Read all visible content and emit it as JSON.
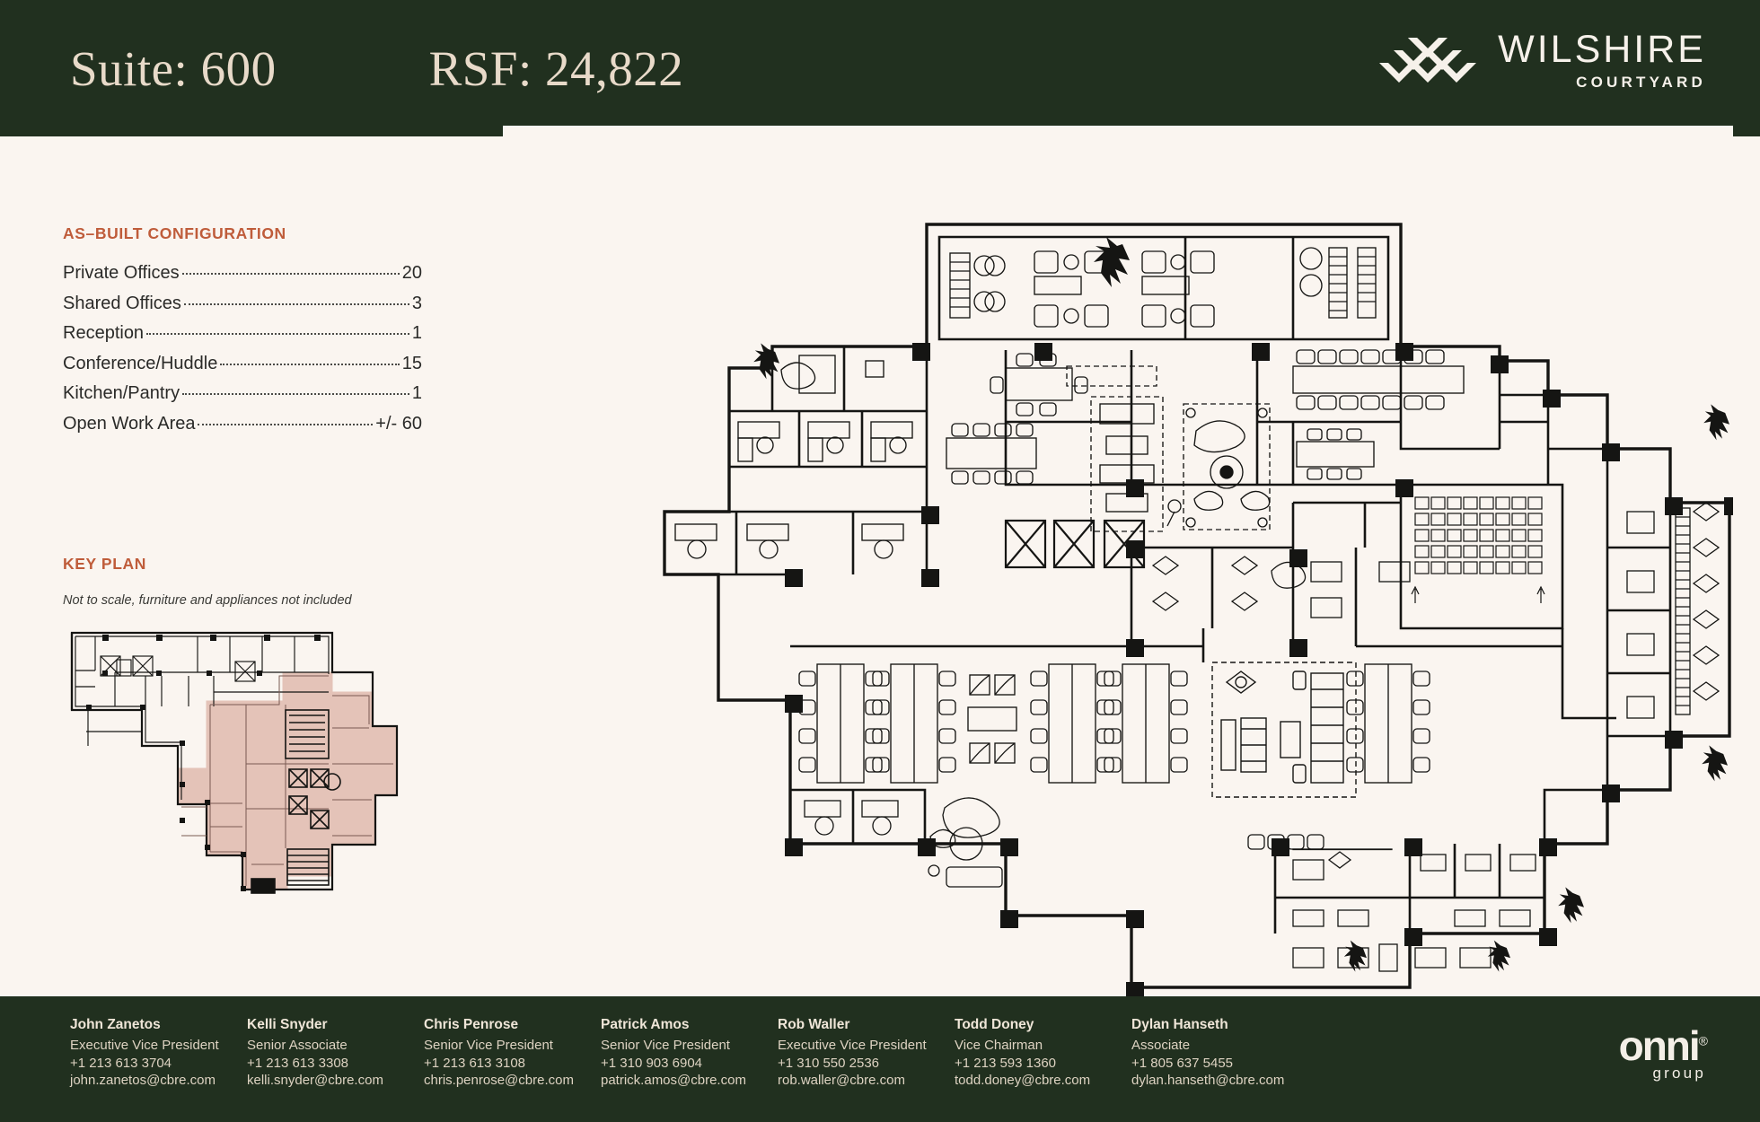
{
  "header": {
    "suite_label": "Suite: 600",
    "rsf_label": "RSF: 24,822",
    "brand_main": "WILSHIRE",
    "brand_sub": "COURTYARD",
    "bg_color": "#21301f",
    "text_color": "#e8dac9"
  },
  "asbuilt": {
    "title": "AS–BUILT CONFIGURATION",
    "accent_color": "#bf5c3a",
    "rows": [
      {
        "label": "Private Offices",
        "value": "20"
      },
      {
        "label": "Shared Offices",
        "value": "3"
      },
      {
        "label": "Reception",
        "value": "1"
      },
      {
        "label": "Conference/Huddle",
        "value": "15"
      },
      {
        "label": "Kitchen/Pantry",
        "value": "1"
      },
      {
        "label": "Open Work Area",
        "value": "+/- 60"
      }
    ]
  },
  "keyplan": {
    "title": "KEY PLAN",
    "caption": "Not to scale, furniture and appliances not included",
    "highlight_color": "#e4c3b8"
  },
  "floorplan": {
    "line_color": "#151513",
    "fill_color": "#faf5f0",
    "description": "As-built architectural floor plan of Suite 600 with private offices, conference rooms, open workstation clusters, lounge seating, kitchen/pantry and reception."
  },
  "footer": {
    "bg_color": "#21301f",
    "contacts": [
      {
        "name": "John Zanetos",
        "title": "Executive Vice President",
        "phone": "+1 213 613 3704",
        "email": "john.zanetos@cbre.com"
      },
      {
        "name": "Kelli Snyder",
        "title": "Senior Associate",
        "phone": "+1 213 613 3308",
        "email": "kelli.snyder@cbre.com"
      },
      {
        "name": "Chris Penrose",
        "title": "Senior Vice President",
        "phone": "+1 213 613 3108",
        "email": "chris.penrose@cbre.com"
      },
      {
        "name": "Patrick Amos",
        "title": "Senior Vice President",
        "phone": "+1 310 903 6904",
        "email": "patrick.amos@cbre.com"
      },
      {
        "name": "Rob Waller",
        "title": "Executive Vice President",
        "phone": "+1 310 550 2536",
        "email": "rob.waller@cbre.com"
      },
      {
        "name": "Todd Doney",
        "title": "Vice Chairman",
        "phone": "+1 213 593 1360",
        "email": "todd.doney@cbre.com"
      },
      {
        "name": "Dylan Hanseth",
        "title": "Associate",
        "phone": "+1 805 637 5455",
        "email": "dylan.hanseth@cbre.com"
      }
    ],
    "onni_word": "onni",
    "onni_reg": "®",
    "onni_sub": "group"
  }
}
